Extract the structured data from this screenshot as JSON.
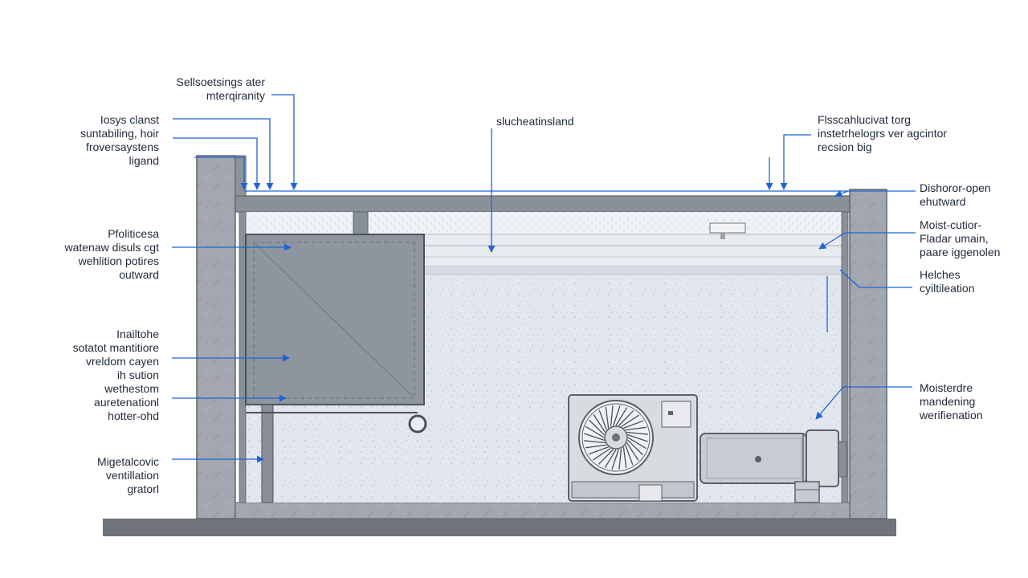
{
  "diagram": {
    "colors": {
      "wall": "#9aa0a8",
      "wall_dark": "#6e747c",
      "slab": "#6f747a",
      "cavity": "#dfe4ec",
      "panel": "#8e959e",
      "unit": "#d8dbe0",
      "leader": "#1f63d6",
      "text": "#1e2a3a"
    },
    "labels": {
      "top_left": [
        "Sellsoetsings ater",
        "mterqiranity"
      ],
      "left_1": [
        "Iosys clanst",
        "suntabiling, hoir",
        "froversaystens",
        "ligand"
      ],
      "left_2": [
        "Pfoliticesa",
        "watenaw disuls cgt",
        "wehlition potires",
        "outward"
      ],
      "left_3": [
        "Inailtohe",
        "sotatot mantitiore",
        "vreldom cayen",
        "ih sution",
        "wethestom",
        "auretenationl",
        "hotter-ohd"
      ],
      "left_4": [
        "Migetalcovic",
        "ventillation",
        "gratorl"
      ],
      "top_center": [
        "slucheatinsland"
      ],
      "top_right": [
        "Flsscahlucivat torg",
        "instetrhelogrs ver agcintor",
        "recsion big"
      ],
      "right_1": [
        "Dishoror-open",
        "ehutward"
      ],
      "right_2": [
        "Moist-cutior-",
        "Fladar umain,",
        "paare iggenolen"
      ],
      "right_3": [
        "Helches",
        "cyiltileation"
      ],
      "right_4": [
        "Moisterdre",
        "mandening",
        "werifienation"
      ]
    }
  }
}
